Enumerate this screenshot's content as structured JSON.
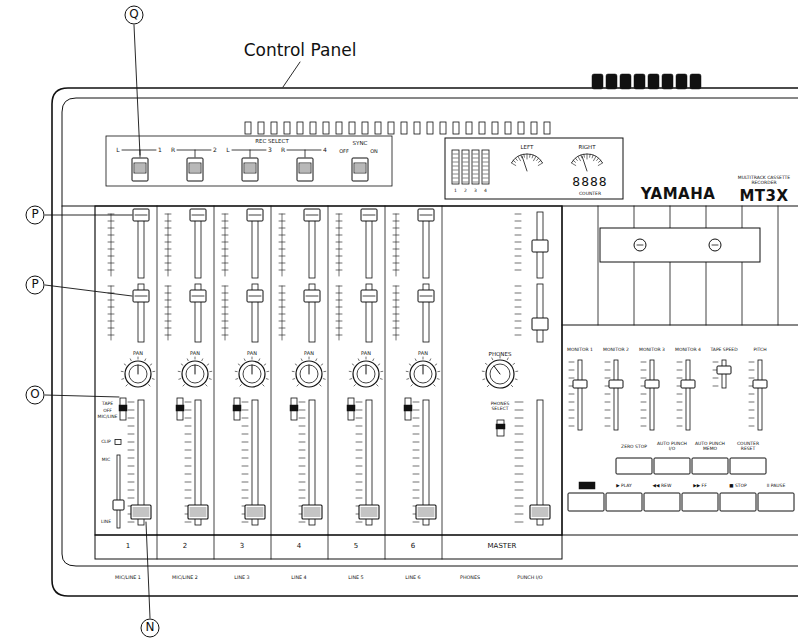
{
  "diagram": {
    "labels": [
      "Control Panel",
      "Q",
      "P",
      "P",
      "O",
      "N",
      "REC SELECT",
      "L",
      "1",
      "R",
      "2",
      "L",
      "3",
      "R",
      "4",
      "SYNC",
      "OFF",
      "ON",
      "1",
      "2",
      "3",
      "4",
      "LEFT",
      "RIGHT",
      "8888",
      "COUNTER",
      "YAMAHA",
      "MULTITRACK CASSETTE RECORDER",
      "MT3X",
      "PAN",
      "PAN",
      "PAN",
      "PAN",
      "PAN",
      "PAN",
      "PHONES",
      "TAPE",
      "OFF",
      "MIC/LINE",
      "CLIP",
      "MIC",
      "LINE",
      "PHONES SELECT",
      "1",
      "2",
      "3",
      "4",
      "5",
      "6",
      "MASTER",
      "MIC/LINE 1",
      "MIC/LINE 2",
      "LINE 3",
      "LINE 4",
      "LINE 5",
      "LINE 6",
      "PHONES",
      "PUNCH I/O",
      "MONITOR 1",
      "MONITOR 2",
      "MONITOR 3",
      "MONITOR 4",
      "TAPE SPEED",
      "PITCH",
      "ZERO STOP",
      "AUTO PUNCH I/O",
      "AUTO PUNCH MEMO",
      "COUNTER RESET",
      "▶ PLAY",
      "◀◀ REW",
      "▶▶ FF",
      "■ STOP",
      "II PAUSE"
    ]
  }
}
